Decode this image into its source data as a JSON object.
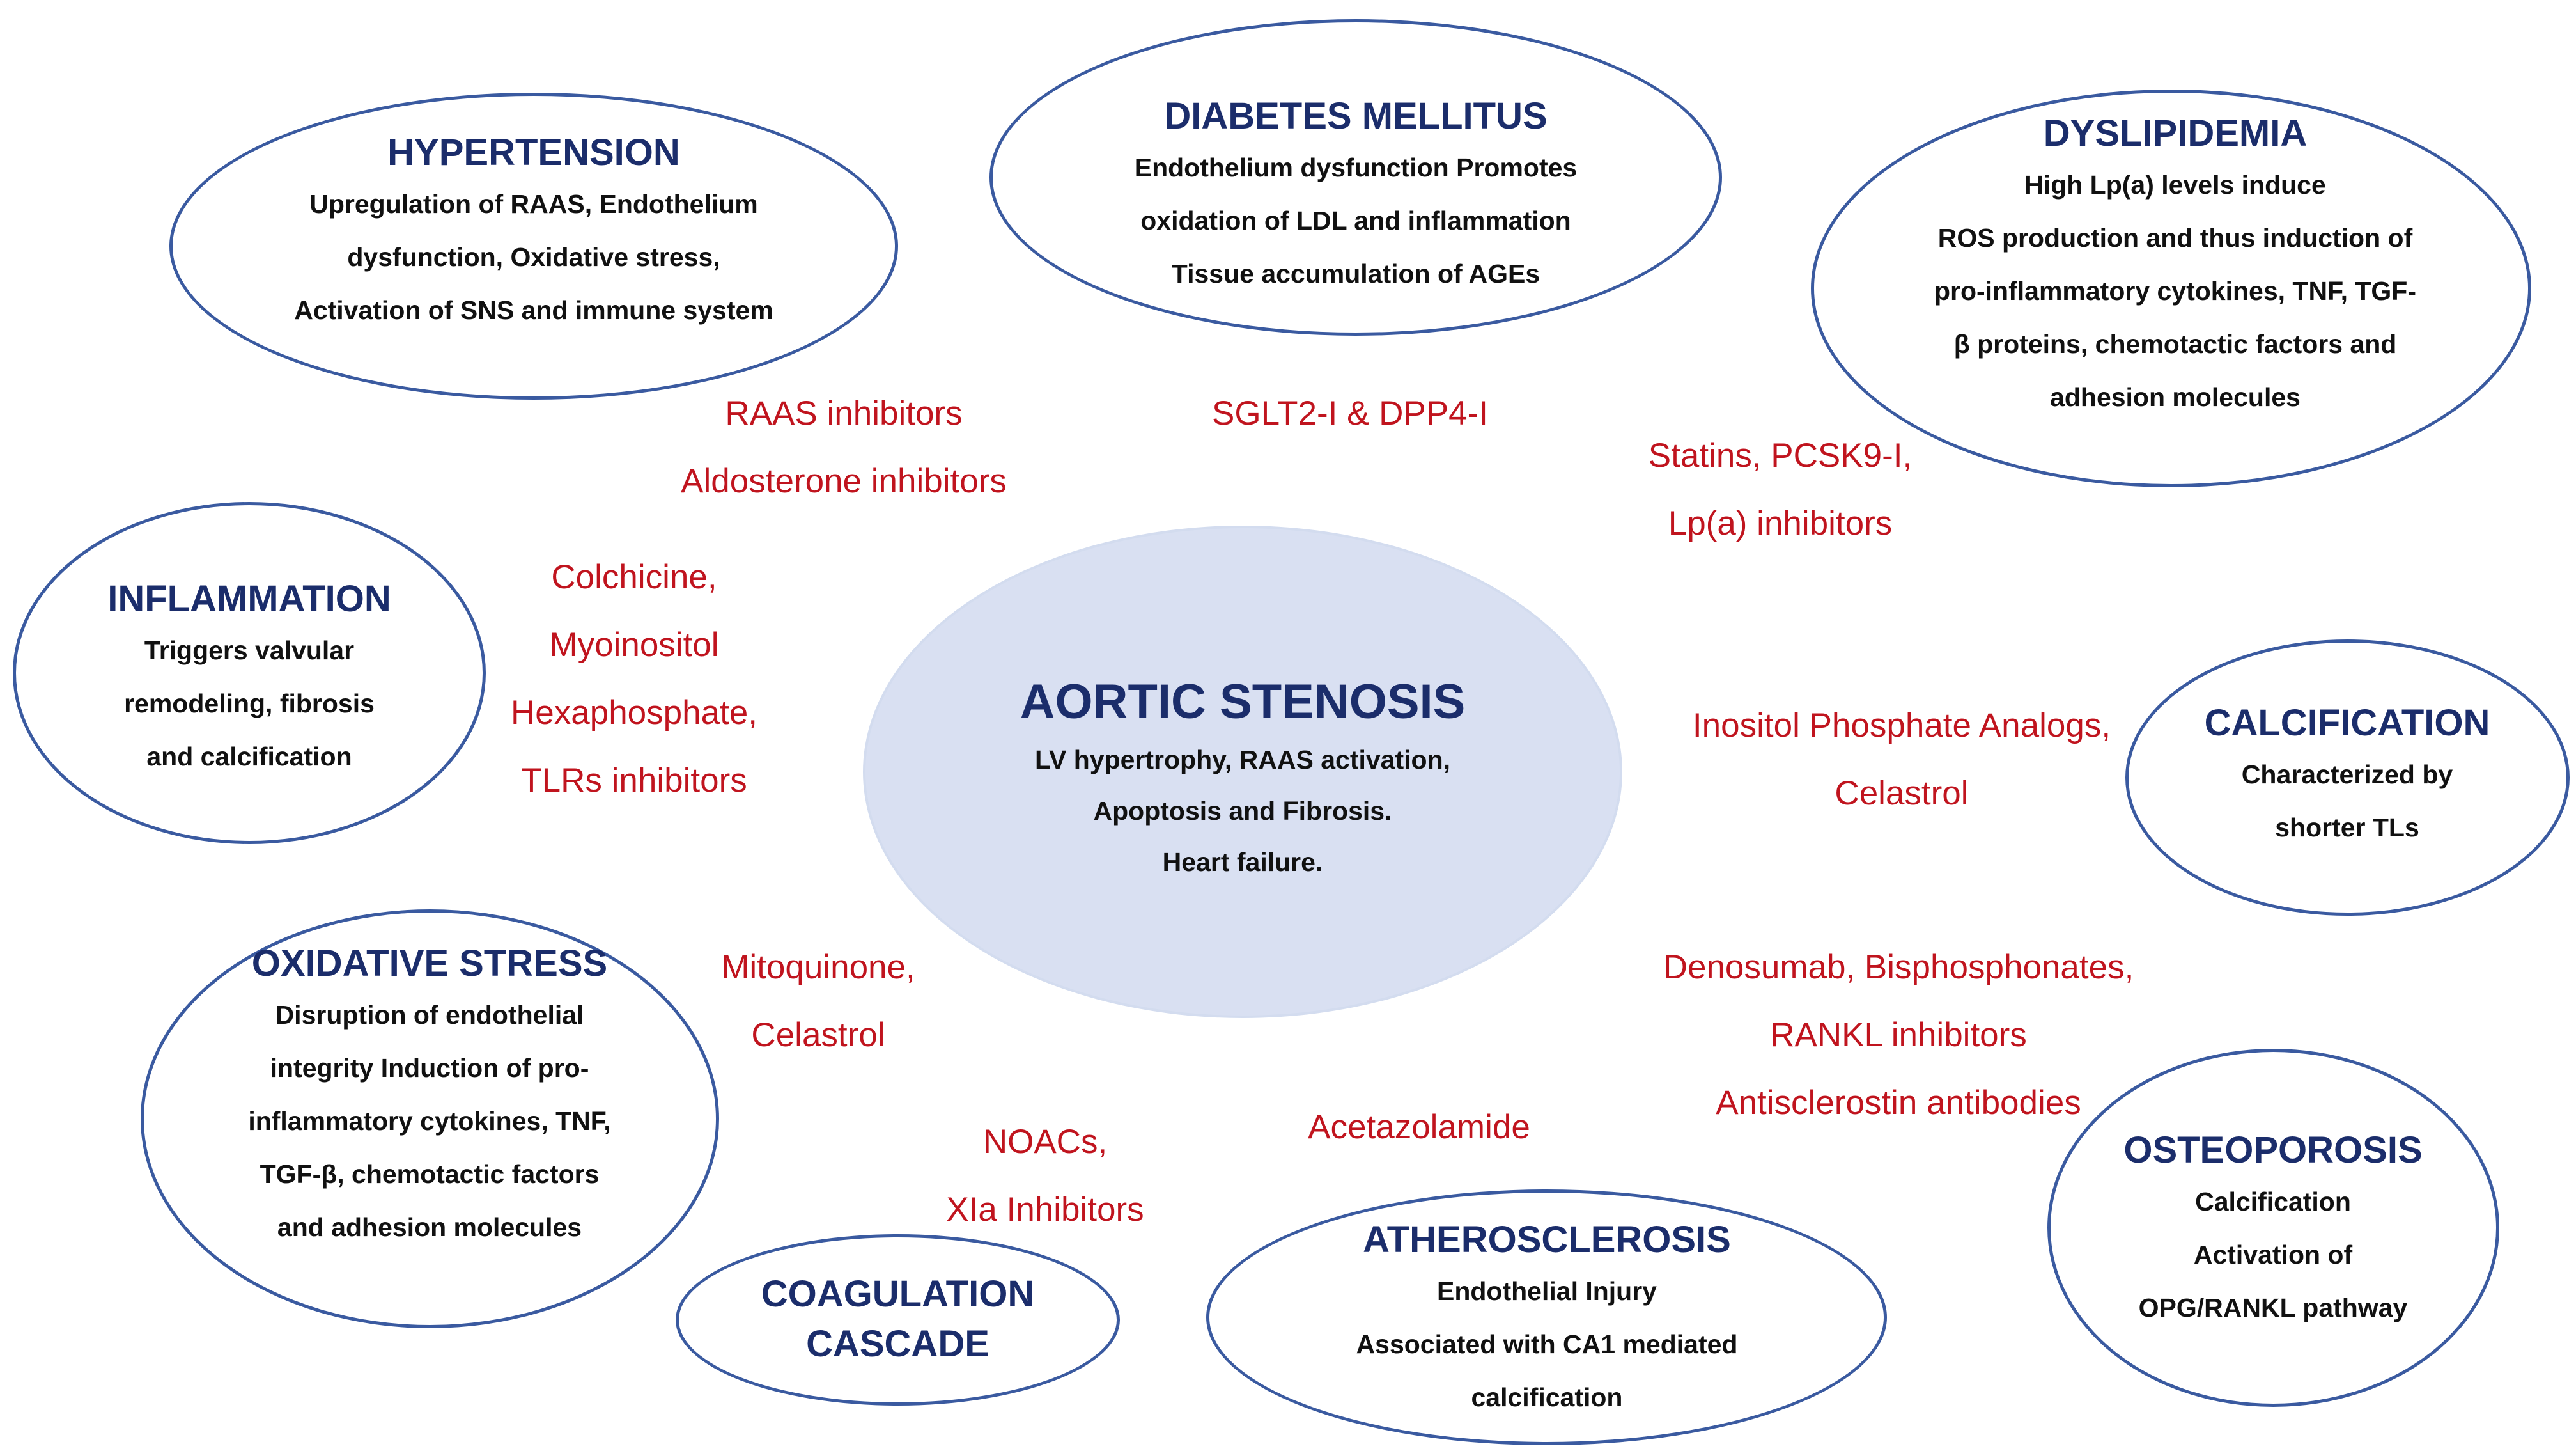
{
  "center": {
    "title": "AORTIC STENOSIS",
    "lines": [
      "LV hypertrophy,  RAAS activation,",
      "Apoptosis and Fibrosis.",
      "Heart failure."
    ]
  },
  "conditions": {
    "hypertension": {
      "title": "HYPERTENSION",
      "lines": [
        "Upregulation of RAAS, Endothelium",
        "dysfunction, Oxidative stress,",
        "Activation of SNS and immune system"
      ]
    },
    "diabetes": {
      "title": "DIABETES MELLITUS",
      "lines": [
        "Endothelium dysfunction Promotes",
        "oxidation of LDL and inflammation",
        "Tissue accumulation of AGEs"
      ]
    },
    "dyslipidemia": {
      "title": "DYSLIPIDEMIA",
      "lines": [
        "High Lp(a) levels induce",
        "ROS production and thus induction of",
        "pro-inflammatory cytokines, TNF, TGF-",
        "β proteins, chemotactic factors and",
        "adhesion molecules"
      ]
    },
    "inflammation": {
      "title": "INFLAMMATION",
      "lines": [
        "Triggers valvular",
        "remodeling, fibrosis",
        "and calcification"
      ]
    },
    "calcification": {
      "title": "CALCIFICATION",
      "lines": [
        "Characterized by",
        "shorter TLs"
      ]
    },
    "oxidative_stress": {
      "title": "OXIDATIVE STRESS",
      "lines": [
        "Disruption of endothelial",
        "integrity Induction of pro-",
        "inflammatory cytokines, TNF,",
        "TGF-β, chemotactic factors",
        "and adhesion molecules"
      ]
    },
    "coagulation": {
      "title_lines": [
        "COAGULATION",
        "CASCADE"
      ]
    },
    "atherosclerosis": {
      "title": "ATHEROSCLEROSIS",
      "lines": [
        "Endothelial Injury",
        "Associated with CA1 mediated",
        "calcification"
      ]
    },
    "osteoporosis": {
      "title": "OSTEOPOROSIS",
      "lines": [
        "Calcification",
        "Activation of",
        "OPG/RANKL pathway"
      ]
    }
  },
  "therapies": {
    "hypertension": [
      "RAAS inhibitors",
      "Aldosterone inhibitors"
    ],
    "diabetes": [
      "SGLT2-I & DPP4-I"
    ],
    "dyslipidemia": [
      "Statins, PCSK9-I,",
      "Lp(a) inhibitors"
    ],
    "inflammation": [
      "Colchicine,",
      "Myoinositol",
      "Hexaphosphate,",
      "TLRs inhibitors"
    ],
    "calcification": [
      "Inositol Phosphate Analogs,",
      "Celastrol"
    ],
    "oxidative_stress": [
      "Mitoquinone,",
      "Celastrol"
    ],
    "osteoporosis": [
      "Denosumab, Bisphosphonates,",
      "RANKL inhibitors",
      "Antisclerostin antibodies"
    ],
    "coagulation": [
      "NOACs,",
      "XIa Inhibitors"
    ],
    "atherosclerosis": [
      "Acetazolamide"
    ]
  },
  "colors": {
    "title": "#1b2d6b",
    "border": "#3a5aa0",
    "center_fill": "#d9e0f2",
    "therapy_text": "#c0141e",
    "body_text": "#111111"
  }
}
